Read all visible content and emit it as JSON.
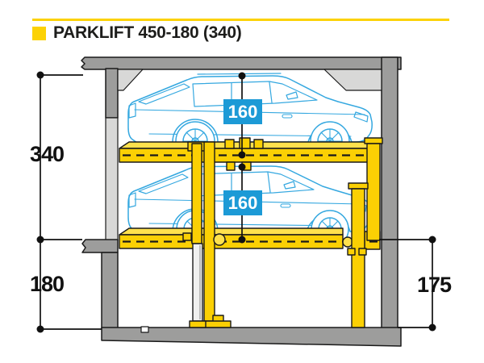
{
  "header": {
    "title": "PARKLIFT 450-180 (340)"
  },
  "dimensions": {
    "overall_height": "340",
    "pit_depth": "180",
    "platform_to_pit_floor": "175",
    "upper_car_clearance": "160",
    "lower_car_clearance": "160"
  },
  "colors": {
    "accent_yellow": "#FCD205",
    "platform_yellow_light": "#FFE14D",
    "car_blue": "#35A8E0",
    "dimension_badge_blue": "#1C9AD6",
    "wall_gray": "#9D9D9C",
    "wall_light_gray": "#D8D8D7",
    "outline_black": "#1A1A1A"
  }
}
